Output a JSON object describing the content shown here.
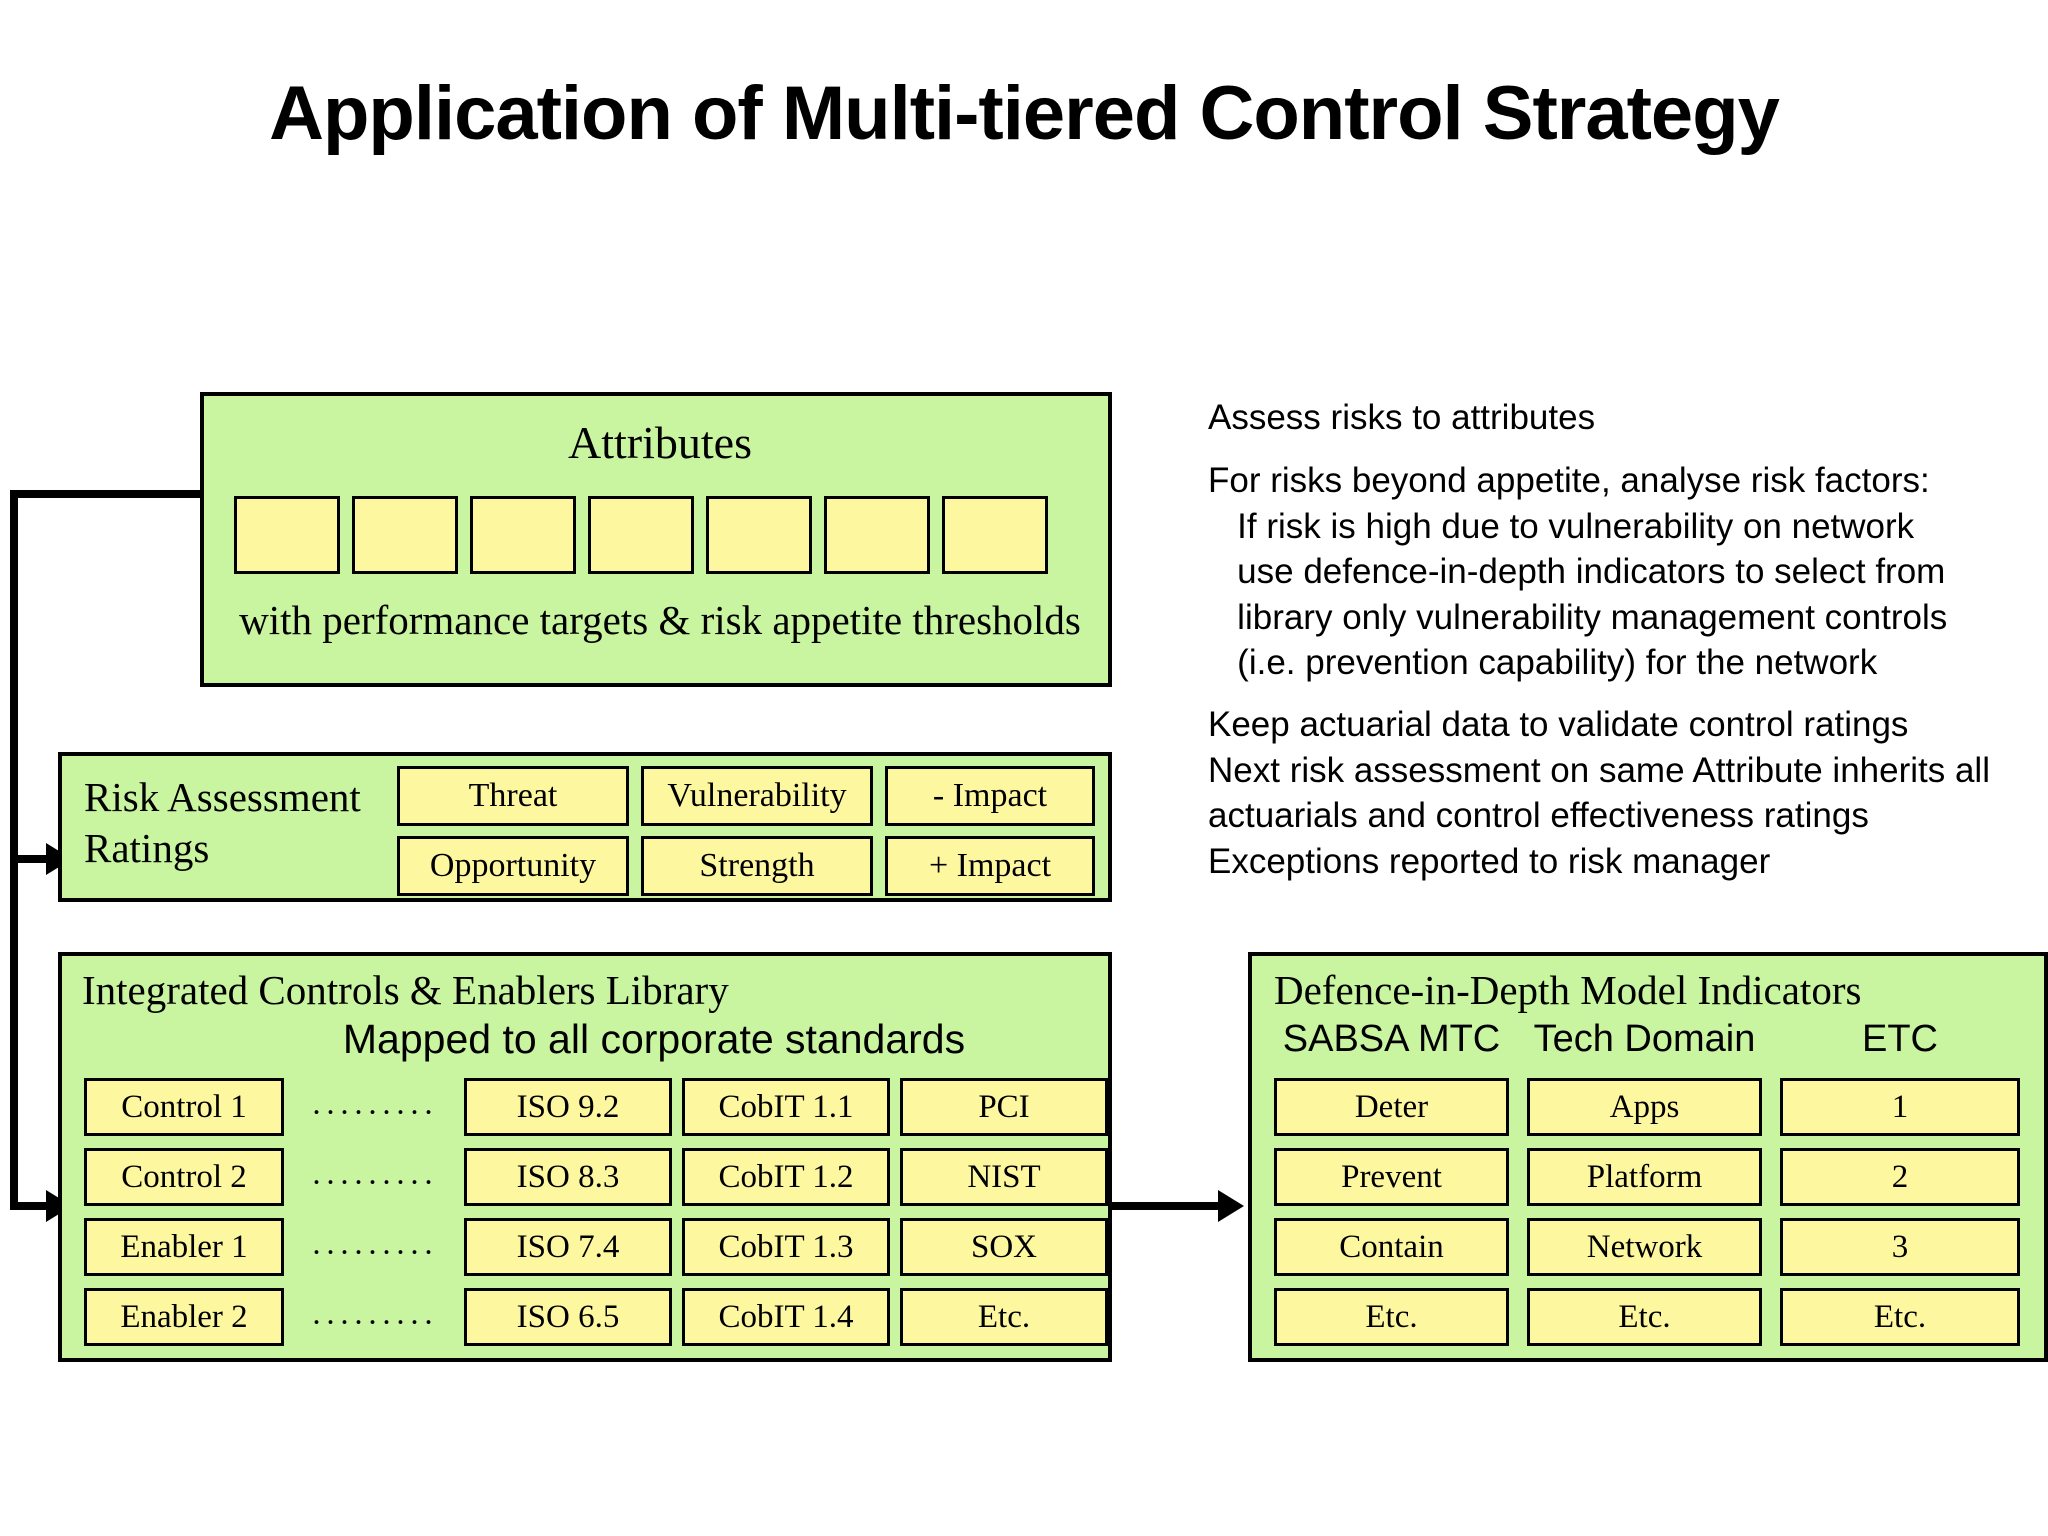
{
  "title": "Application of Multi-tiered Control Strategy",
  "attributes_panel": {
    "heading": "Attributes",
    "subheading": "with performance targets & risk appetite thresholds",
    "chip_count": 7
  },
  "risk_panel": {
    "label": "Risk Assessment Ratings",
    "cells": [
      [
        "Threat",
        "Vulnerability",
        "- Impact"
      ],
      [
        "Opportunity",
        "Strength",
        "+ Impact"
      ]
    ]
  },
  "library_panel": {
    "heading": "Integrated Controls & Enablers Library",
    "subheading": "Mapped to all corporate standards",
    "dots": "·········",
    "rows": [
      [
        "Control 1",
        "ISO 9.2",
        "CobIT 1.1",
        "PCI"
      ],
      [
        "Control 2",
        "ISO 8.3",
        "CobIT 1.2",
        "NIST"
      ],
      [
        "Enabler 1",
        "ISO 7.4",
        "CobIT 1.3",
        "SOX"
      ],
      [
        "Enabler 2",
        "ISO 6.5",
        "CobIT 1.4",
        "Etc."
      ]
    ]
  },
  "did_panel": {
    "heading": "Defence-in-Depth Model Indicators",
    "headers": [
      "SABSA MTC",
      "Tech Domain",
      "ETC"
    ],
    "rows": [
      [
        "Deter",
        "Apps",
        "1"
      ],
      [
        "Prevent",
        "Platform",
        "2"
      ],
      [
        "Contain",
        "Network",
        "3"
      ],
      [
        "Etc.",
        "Etc.",
        "Etc."
      ]
    ]
  },
  "notes": {
    "block_a": "Assess risks to attributes",
    "block_b": "For risks beyond appetite, analyse risk factors:\n   If risk is high due to vulnerability on network\n   use defence-in-depth indicators to select from\n   library only vulnerability management controls\n   (i.e. prevention capability) for the network",
    "block_c": "Keep actuarial data to validate control ratings\nNext risk assessment on same Attribute inherits all\nactuarials and control effectiveness ratings\nExceptions reported to risk manager"
  },
  "colors": {
    "panel_fill": "#c9f5a0",
    "chip_fill": "#fdf7a0",
    "stroke": "#000000",
    "background": "#ffffff"
  }
}
